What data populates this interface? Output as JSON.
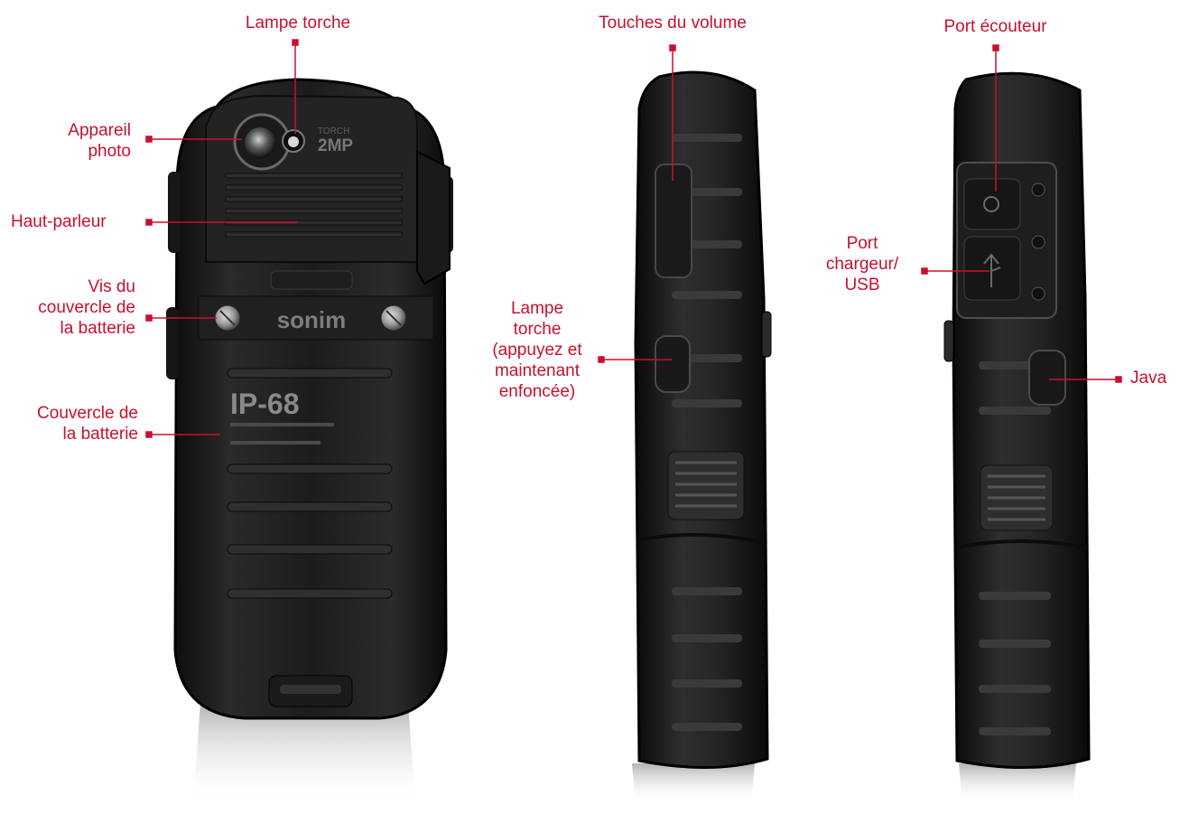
{
  "accent_color": "#c8102e",
  "device": {
    "brand_mark": "sonim",
    "camera_mark": "2MP",
    "torch_mark": "TORCH",
    "rating_mark": "IP-68"
  },
  "callouts": {
    "back_torch": "Lampe torche",
    "back_camera": "Appareil\nphoto",
    "back_speaker": "Haut-parleur",
    "back_screws": "Vis du\ncouvercle de\nla batterie",
    "back_cover": "Couvercle de\nla batterie",
    "side_volume": "Touches du volume",
    "side_torch": "Lampe\ntorche\n(appuyez et\nmaintenant\nenfoncée)",
    "side_earphone": "Port écouteur",
    "side_charger": "Port\nchargeur/\nUSB",
    "side_java": "Java"
  }
}
